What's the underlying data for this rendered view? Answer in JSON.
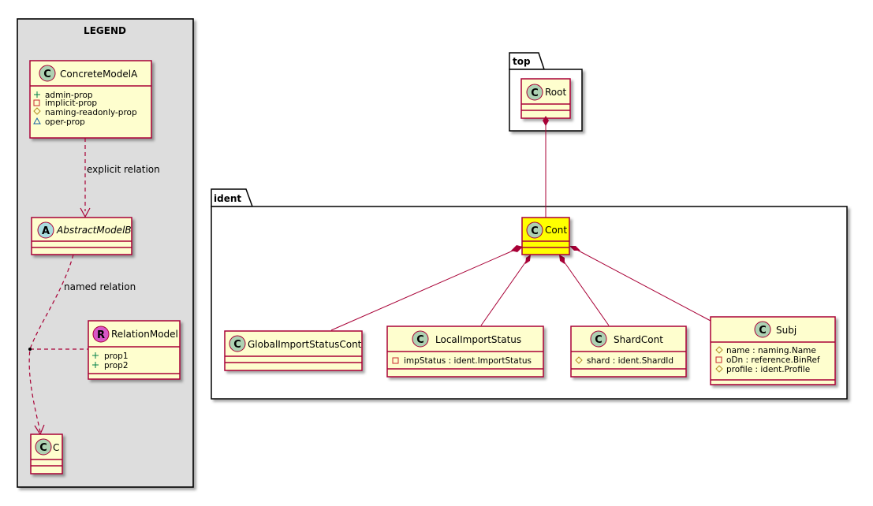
{
  "legend": {
    "title": "LEGEND",
    "concrete_model": {
      "badge": "C",
      "name": "ConcreteModelA",
      "attributes": [
        {
          "visibility": "+",
          "name": "admin-prop"
        },
        {
          "visibility": "-",
          "name": "implicit-prop"
        },
        {
          "visibility": "#",
          "name": "naming-readonly-prop"
        },
        {
          "visibility": "~",
          "name": "oper-prop"
        }
      ]
    },
    "abstract_model": {
      "badge": "A",
      "name": "AbstractModelB"
    },
    "relation_model": {
      "badge": "R",
      "name": "RelationModel",
      "attributes": [
        {
          "visibility": "+",
          "name": "prop1"
        },
        {
          "visibility": "+",
          "name": "prop2"
        }
      ]
    },
    "class_c": {
      "badge": "C",
      "name": "C"
    },
    "explicit_relation_label": "explicit relation",
    "named_relation_label": "named relation"
  },
  "packages": {
    "top": {
      "name": "top",
      "root": {
        "badge": "C",
        "name": "Root"
      }
    },
    "ident": {
      "name": "ident",
      "cont": {
        "badge": "C",
        "name": "Cont"
      },
      "global_import_status_cont": {
        "badge": "C",
        "name": "GlobalImportStatusCont"
      },
      "local_import_status": {
        "badge": "C",
        "name": "LocalImportStatus",
        "attributes": [
          {
            "visibility": "-",
            "name": "impStatus : ident.ImportStatus"
          }
        ]
      },
      "shard_cont": {
        "badge": "C",
        "name": "ShardCont",
        "attributes": [
          {
            "visibility": "#",
            "name": "shard : ident.ShardId"
          }
        ]
      },
      "subj": {
        "badge": "C",
        "name": "Subj",
        "attributes": [
          {
            "visibility": "#",
            "name": "name : naming.Name"
          },
          {
            "visibility": "-",
            "name": "oDn : reference.BinRef"
          },
          {
            "visibility": "#",
            "name": "profile : ident.Profile"
          }
        ]
      }
    }
  },
  "colors": {
    "class_fill": "#fefece",
    "class_border": "#a80036",
    "highlight_fill": "#ffff00",
    "legend_fill": "#dddddd",
    "badge_c": "#add1b2",
    "badge_a": "#a9dcdf",
    "badge_r": "#d857c6",
    "line": "#a80036"
  }
}
